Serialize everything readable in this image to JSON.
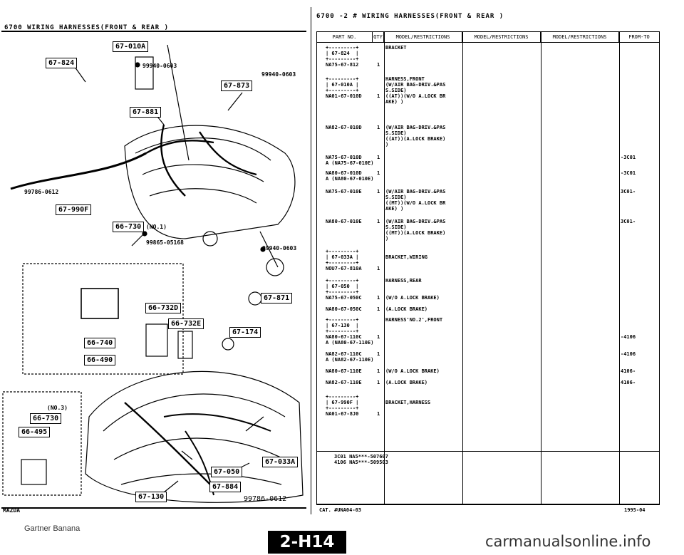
{
  "header_left": "6700   WIRING HARNESSES(FRONT & REAR )",
  "header_right": "6700  -2 #  WIRING HARNESSES(FRONT & REAR )",
  "diagram": {
    "tags": [
      "67-010A",
      "67-824",
      "67-873",
      "67-881",
      "67-990F",
      "66-730",
      "66-732D",
      "66-732E",
      "66-740",
      "66-490",
      "67-871",
      "67-174",
      "66-730",
      "66-495",
      "67-033A",
      "67-050",
      "67-884",
      "67-130"
    ],
    "part_labels": [
      "99940-0603",
      "99940-0603",
      "99786-0612",
      "(NO.1)",
      "99865-05168",
      "99940-0603",
      "(NO.3)",
      "99786-0612"
    ],
    "bottom_left_mark": "MAZDA"
  },
  "table": {
    "columns": [
      "PART NO.",
      "QTY",
      "MODEL/RESTRICTIONS",
      "MODEL/RESTRICTIONS",
      "MODEL/RESTRICTIONS",
      "FROM-TO"
    ],
    "rows": [
      {
        "pn": "+---------+\n| 67-824  |\n+---------+\nNA75-67-812",
        "qty": "1",
        "desc": "BRACKET",
        "frm": ""
      },
      {
        "pn": "+---------+\n| 67-010A |\n+---------+\nNA01-67-010D",
        "qty": "1",
        "desc": "HARNESS,FRONT\n(W/AIR BAG-DRIV.&PAS\nS.SIDE)\n((AT))(W/O A.LOCK BR\nAKE) )",
        "frm": ""
      },
      {
        "pn": "NA82-67-010D",
        "qty": "1",
        "desc": "(W/AIR BAG-DRIV.&PAS\nS.SIDE)\n((AT))(A.LOCK BRAKE)\n)",
        "frm": ""
      },
      {
        "pn": "NA75-67-010D\nA (NA75-67-010E)",
        "qty": "1",
        "desc": "",
        "frm": "-3C01"
      },
      {
        "pn": "NA80-67-010D\nA (NA80-67-010E)",
        "qty": "1",
        "desc": "",
        "frm": "-3C01"
      },
      {
        "pn": "NA75-67-010E",
        "qty": "1",
        "desc": "(W/AIR BAG-DRIV.&PAS\nS.SIDE)\n((MT))(W/O A.LOCK BR\nAKE) )",
        "frm": "3C01-"
      },
      {
        "pn": "NA80-67-010E",
        "qty": "1",
        "desc": "(W/AIR BAG-DRIV.&PAS\nS.SIDE)\n((MT))(A.LOCK BRAKE)\n)",
        "frm": "3C01-"
      },
      {
        "pn": "+---------+\n| 67-033A |\n+---------+\nNOU7-67-810A",
        "qty": "1",
        "desc": "BRACKET,WIRING",
        "frm": ""
      },
      {
        "pn": "+---------+\n| 67-050  |\n+---------+\nNA75-67-050C",
        "qty": "1",
        "desc": "HARNESS,REAR\n\n\n(W/O A.LOCK BRAKE)",
        "frm": ""
      },
      {
        "pn": "NA80-67-050C",
        "qty": "1",
        "desc": "(A.LOCK BRAKE)",
        "frm": ""
      },
      {
        "pn": "+---------+\n| 67-130  |\n+---------+\nNA80-67-110C\nA (NA80-67-110E)",
        "qty": "1",
        "desc": "HARNESS'NO.2',FRONT",
        "frm": "\n\n\n-4106"
      },
      {
        "pn": "NA82-67-110C\nA (NA82-67-110E)",
        "qty": "1",
        "desc": "",
        "frm": "-4106"
      },
      {
        "pn": "NA80-67-110E",
        "qty": "1",
        "desc": "(W/O A.LOCK BRAKE)",
        "frm": "4106-"
      },
      {
        "pn": "NA82-67-110E",
        "qty": "1",
        "desc": "(A.LOCK BRAKE)",
        "frm": "4106-"
      },
      {
        "pn": "+---------+\n| 67-990F |\n+---------+\nNA01-67-8J0",
        "qty": "1",
        "desc": "BRACKET,HARNESS",
        "frm": ""
      }
    ],
    "footnote": "3C01 NA5***-507607\n4106 NA5***-509503"
  },
  "footer_left": "CAT. #UNA04-03",
  "footer_right": "1995-04",
  "page_badge": "2-H14",
  "credit": "Gartner Banana",
  "watermark": "carmanualsonline.info"
}
